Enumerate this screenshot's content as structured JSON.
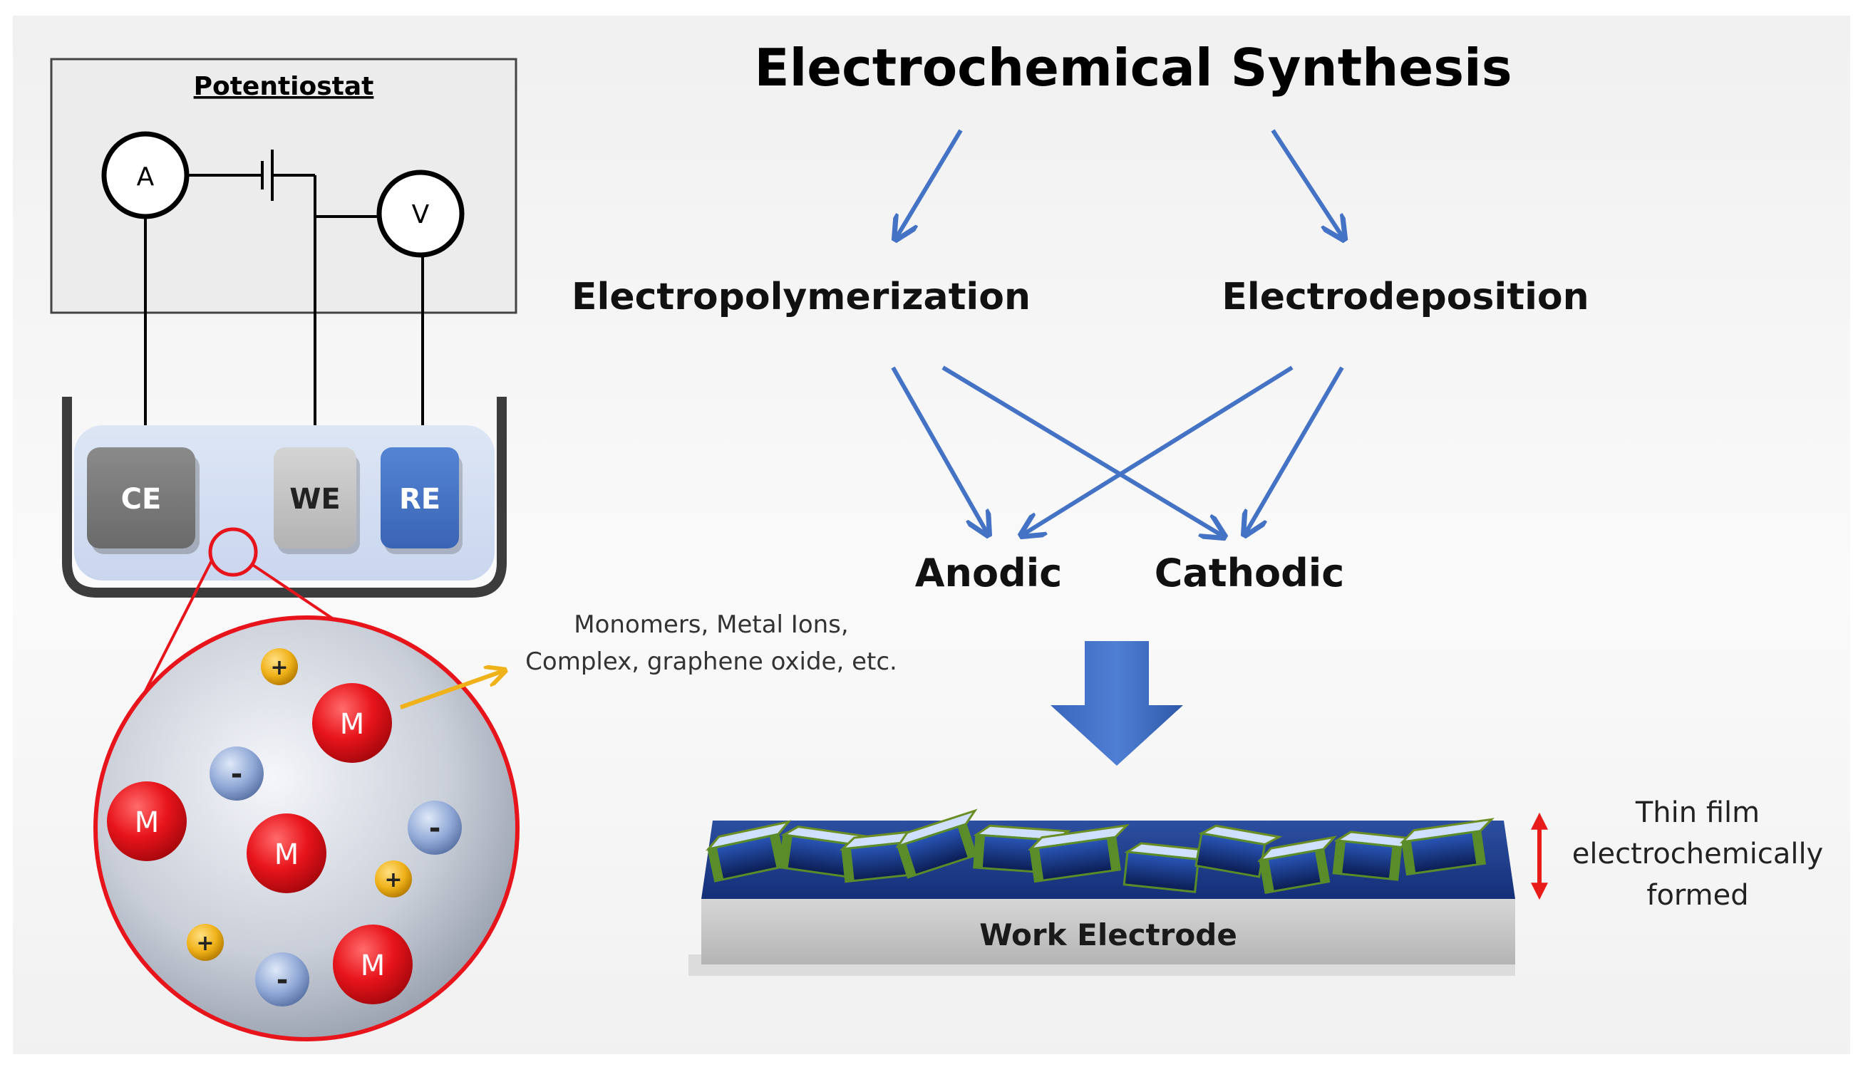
{
  "potentiostat": {
    "title": "Potentiostat",
    "ammeter_label": "A",
    "voltmeter_label": "V"
  },
  "cell": {
    "electrodes": [
      {
        "label": "CE",
        "color": "#7d7d7d"
      },
      {
        "label": "WE",
        "color": "#c2c2c2"
      },
      {
        "label": "RE",
        "color": "#4472c4"
      }
    ]
  },
  "zoom": {
    "particles": [
      {
        "kind": "metal",
        "label": "M"
      },
      {
        "kind": "metal",
        "label": "M"
      },
      {
        "kind": "metal",
        "label": "M"
      },
      {
        "kind": "metal",
        "label": "M"
      },
      {
        "kind": "anion",
        "label": "-"
      },
      {
        "kind": "anion",
        "label": "-"
      },
      {
        "kind": "anion",
        "label": "-"
      },
      {
        "kind": "cation",
        "label": "+"
      },
      {
        "kind": "cation",
        "label": "+"
      },
      {
        "kind": "cation",
        "label": "+"
      }
    ],
    "annotation_lines": [
      "Monomers, Metal Ions,",
      "Complex, graphene oxide, etc."
    ]
  },
  "flow": {
    "title": "Electrochemical Synthesis",
    "branch_left": "Electropolymerization",
    "branch_right": "Electrodeposition",
    "mode_left": "Anodic",
    "mode_right": "Cathodic"
  },
  "electrode": {
    "label": "Work Electrode",
    "film_note_lines": [
      "Thin film",
      "electrochemically",
      "formed"
    ]
  },
  "colors": {
    "arrow_blue": "#4472c4",
    "metal_red": "#e8141b",
    "cation_yellow": "#f0b21a",
    "anion_blue": "#8fa9d6",
    "film_navy": "#1f3f8f",
    "thickness_arrow": "#e81b1b"
  }
}
